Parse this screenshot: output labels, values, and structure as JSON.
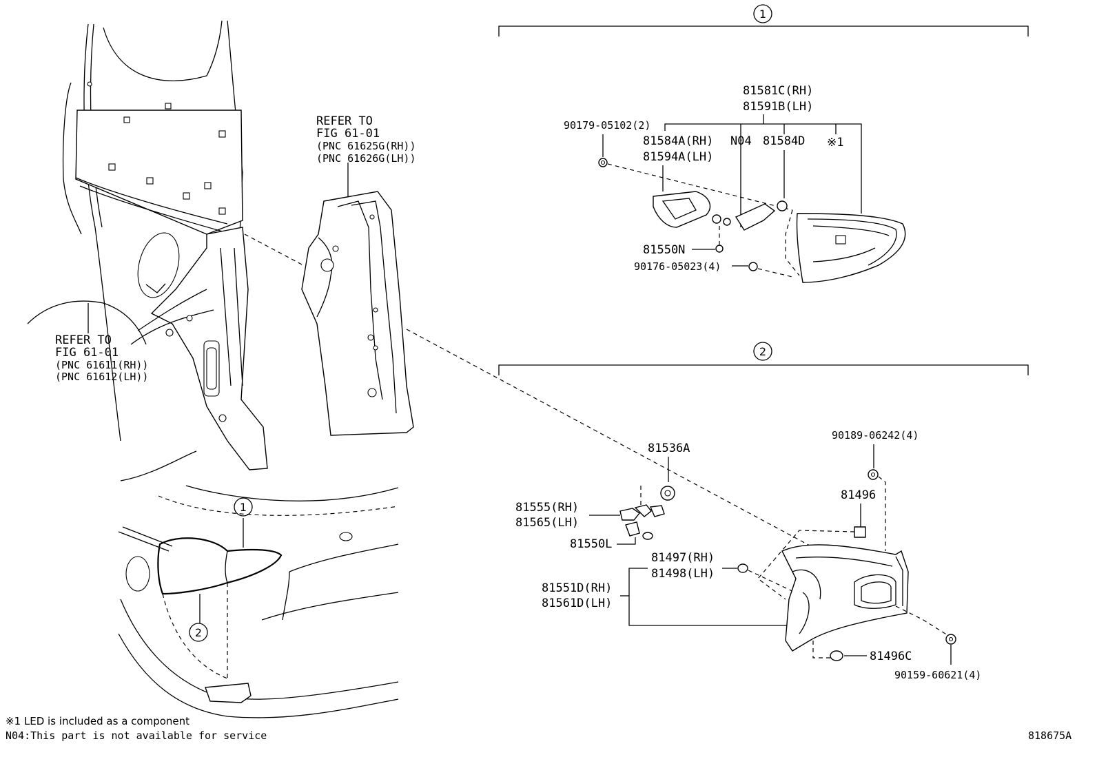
{
  "callouts": {
    "c1": "1",
    "c2": "2",
    "c1_overview": "1",
    "c2_overview": "2"
  },
  "refer_left": {
    "line1": "REFER TO",
    "line2": "FIG 61-01",
    "line3": "(PNC 61611(RH))",
    "line4": "(PNC 61612(LH))"
  },
  "refer_top": {
    "line1": "REFER TO",
    "line2": "FIG 61-01",
    "line3": "(PNC 61625G(RH))",
    "line4": "(PNC 61626G(LH))"
  },
  "group1": {
    "assy_rh": "81581C(RH)",
    "assy_lh": "81591B(LH)",
    "screw": "90179-05102(2)",
    "gasket_rh": "81584A(RH)",
    "gasket_lh": "81594A(LH)",
    "n04": "N04",
    "cover": "81584D",
    "led_mark": "※1",
    "socket": "81550N",
    "nut": "90176-05023(4)"
  },
  "group2": {
    "bulb_a": "81536A",
    "socket_rh": "81555(RH)",
    "socket_lh": "81565(LH)",
    "bulb_l": "81550L",
    "pad_rh": "81497(RH)",
    "pad_lh": "81498(LH)",
    "lamp_rh": "81551D(RH)",
    "lamp_lh": "81561D(LH)",
    "screw_top": "90189-06242(4)",
    "clip": "81496",
    "clip_c": "81496C",
    "screw_bottom": "90159-60621(4)"
  },
  "notes": {
    "note1": "※1 LED is included as a component",
    "note2": "N04:This part is not available for service"
  },
  "figure_code": "818675A"
}
